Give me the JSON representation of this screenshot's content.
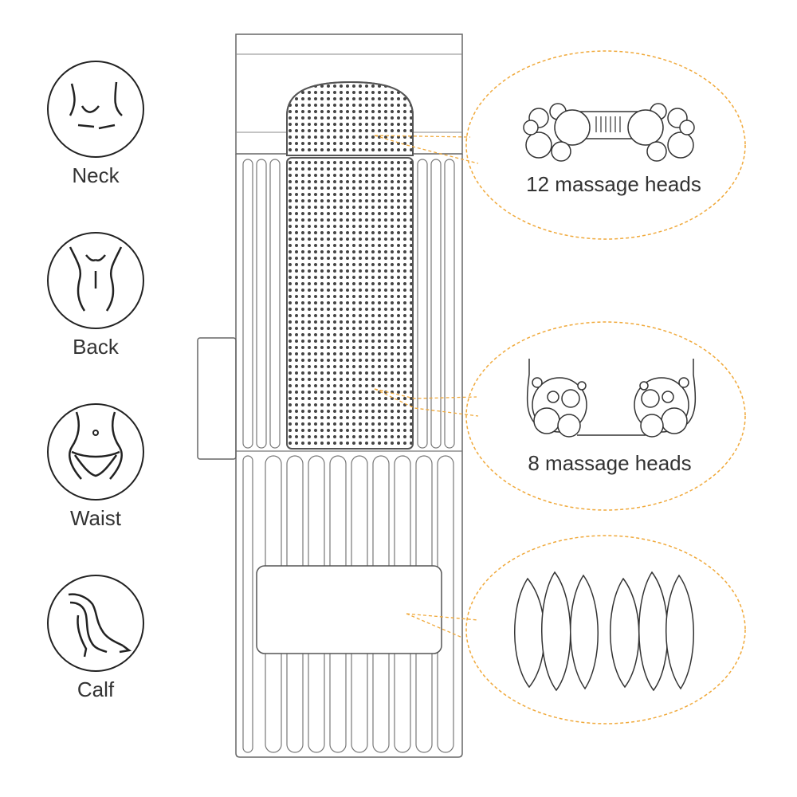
{
  "zones": [
    {
      "label": "Neck",
      "icon": "neck-icon"
    },
    {
      "label": "Back",
      "icon": "back-icon"
    },
    {
      "label": "Waist",
      "icon": "waist-icon"
    },
    {
      "label": "Calf",
      "icon": "calf-icon"
    }
  ],
  "callouts": [
    {
      "label": "12 massage heads",
      "icon": "neck-massage-heads-icon"
    },
    {
      "label": "8 massage heads",
      "icon": "back-massage-heads-icon"
    },
    {
      "label": "",
      "icon": "calf-airbags-icon"
    }
  ],
  "colors": {
    "line": "#555555",
    "callout_border": "#f0a93b",
    "mesh_dots": "#444444"
  }
}
